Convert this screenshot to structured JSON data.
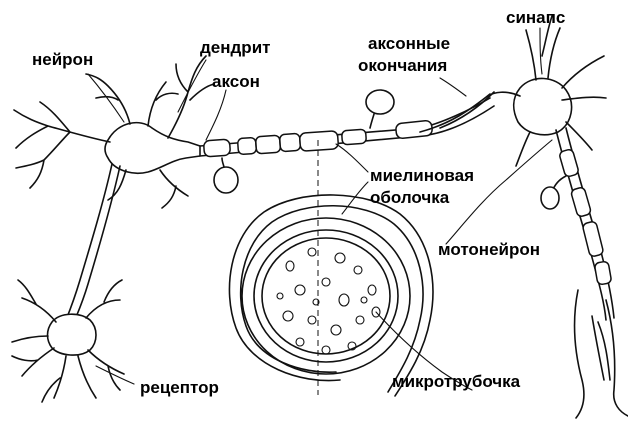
{
  "labels": {
    "neuron": "нейрон",
    "dendrite": "дендрит",
    "axon": "аксон",
    "axon_endings_1": "аксонные",
    "axon_endings_2": "окончания",
    "synapse": "синапс",
    "myelin_1": "миелиновая",
    "myelin_2": "оболочка",
    "motoneuron": "мотонейрон",
    "receptor": "рецептор",
    "microtubule": "микротрубочка"
  },
  "colors": {
    "ink": "#111111",
    "paper": "#ffffff"
  }
}
